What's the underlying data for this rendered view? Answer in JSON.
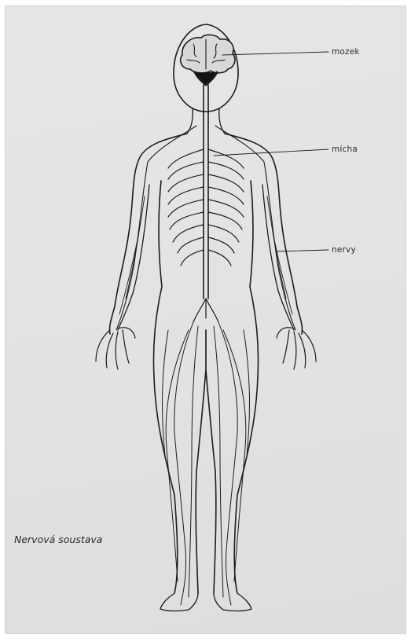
{
  "labels": {
    "brain": "mozek",
    "spinal_cord": "mícha",
    "nerves": "nervy"
  },
  "caption": "Nervová soustava",
  "colors": {
    "paper": "#e4e4e6",
    "ink": "#1c1c1c",
    "label_text": "#2b2b2b"
  }
}
